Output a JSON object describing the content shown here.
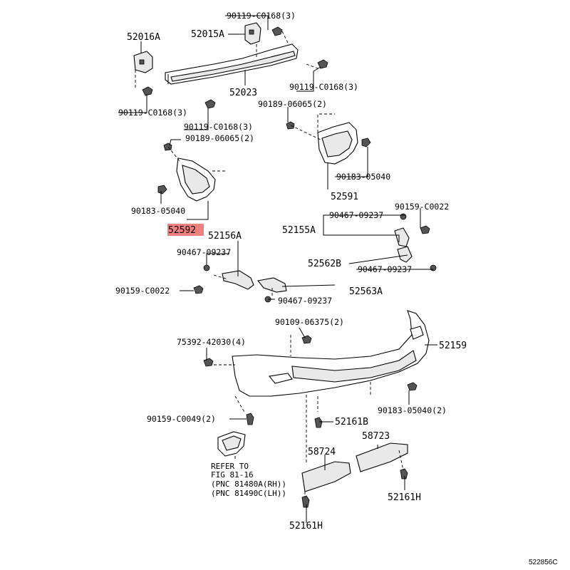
{
  "diagram_code": "522856C",
  "highlight_color": "#f08080",
  "labels": {
    "p52016A": "52016A",
    "p52015A": "52015A",
    "p90119_top": "90119-C0168(3)",
    "p90119_right": "90119-C0168(3)",
    "p90119_left": "90119-C0168(3)",
    "p90119_mid": "90119-C0168(3)",
    "p52023": "52023",
    "p90189_right": "90189-06065(2)",
    "p90189_left": "90189-06065(2)",
    "p90183_right": "90183-05040",
    "p90183_left": "90183-05040",
    "p52591": "52591",
    "p52592": "52592",
    "p52156A": "52156A",
    "p90467_a": "90467-09237",
    "p90467_b": "90467-09237",
    "p90467_c": "90467-09237",
    "p90467_d": "90467-09237",
    "p90159_c0022_left": "90159-C0022",
    "p90159_c0022_right": "90159-C0022",
    "p52155A": "52155A",
    "p52562B": "52562B",
    "p52563A": "52563A",
    "p90109": "90109-06375(2)",
    "p75392": "75392-42030(4)",
    "p52159": "52159",
    "p90159_c0049": "90159-C0049(2)",
    "p90183_bottom": "90183-05040(2)",
    "p52161B": "52161B",
    "p58723": "58723",
    "p58724": "58724",
    "p52161H_right": "52161H",
    "p52161H_bottom": "52161H"
  },
  "reference_note": [
    "REFER TO",
    "FIG 81-16",
    "(PNC 81480A(RH))",
    "(PNC 81490C(LH))"
  ],
  "icons": [
    "bumper-reinforcement-icon",
    "bumper-cover-icon",
    "retainer-bracket-icon",
    "clip-icon",
    "bolt-icon",
    "screw-icon",
    "side-retainer-icon",
    "lower-plate-icon",
    "reflector-icon"
  ]
}
